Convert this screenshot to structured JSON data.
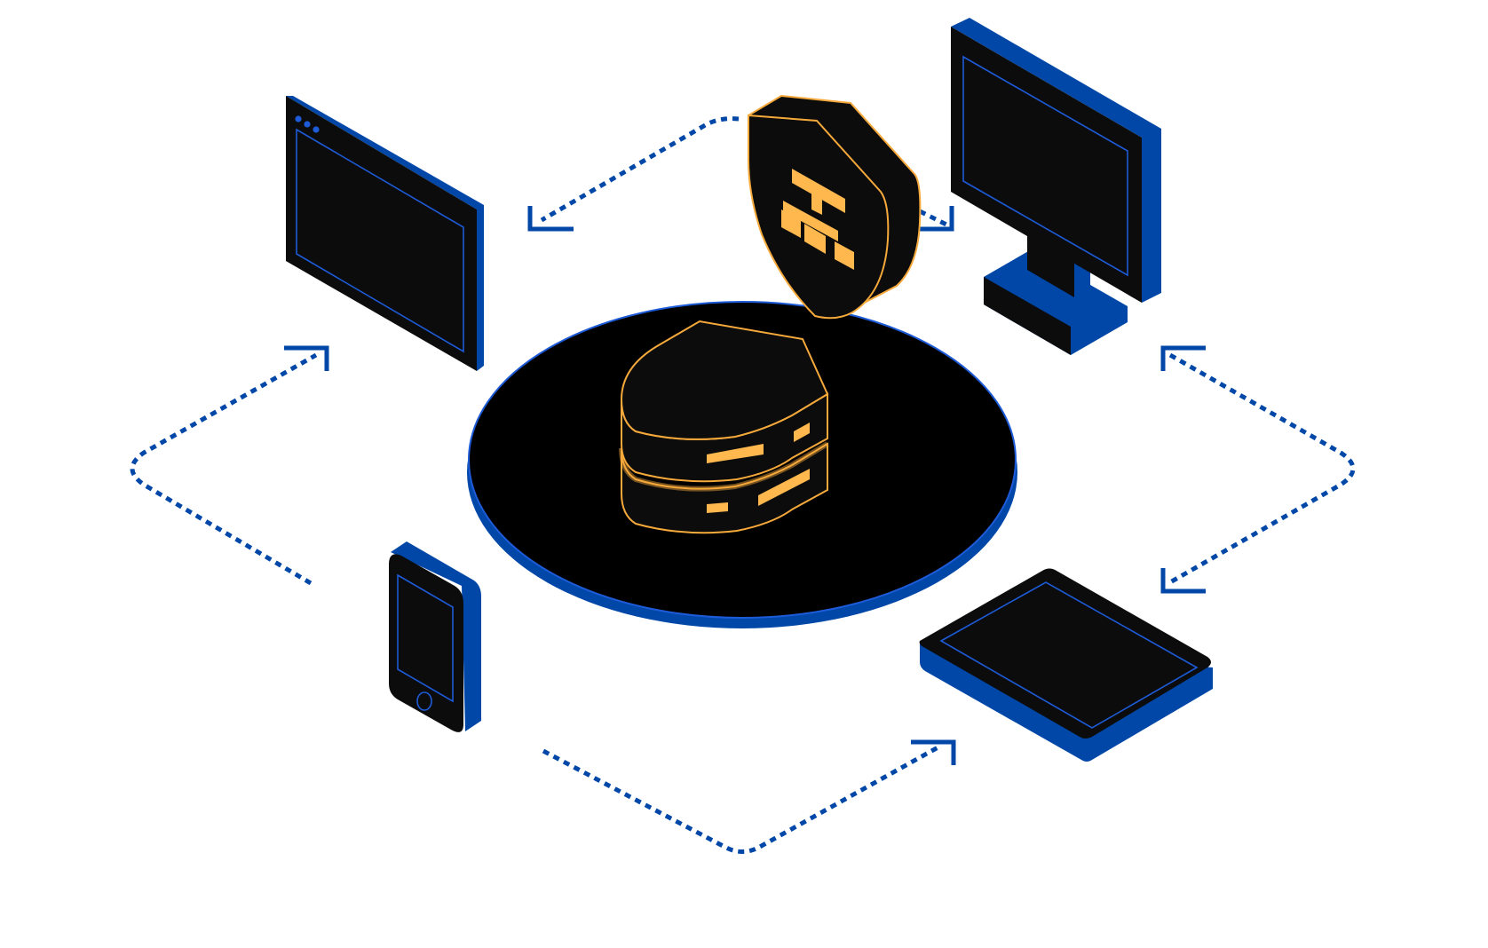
{
  "colors": {
    "background": "#ffffff",
    "device_body": "#0c0c0c",
    "device_side": "#0047a8",
    "screen_outline": "#1d5bd8",
    "platform": "#000000",
    "platform_edge": "#0047a8",
    "accent": "#ffb84d",
    "accent_outline": "#f6a93b",
    "connector": "#0047a8"
  },
  "nodes": [
    {
      "id": "browser-window",
      "icon": "browser-window-icon"
    },
    {
      "id": "desktop-monitor",
      "icon": "monitor-icon"
    },
    {
      "id": "smartphone",
      "icon": "smartphone-icon"
    },
    {
      "id": "tablet",
      "icon": "tablet-icon"
    },
    {
      "id": "central-server",
      "icon": "server-stack-icon"
    },
    {
      "id": "security-shield",
      "icon": "network-shield-icon"
    }
  ],
  "connectors": [
    {
      "id": "browser-to-shield",
      "style": "dotted",
      "arrow": true
    },
    {
      "id": "shield-to-monitor",
      "style": "dotted",
      "arrow": true
    },
    {
      "id": "monitor-to-tablet",
      "style": "dotted",
      "arrow": true
    },
    {
      "id": "phone-to-tablet",
      "style": "dotted",
      "arrow": true
    },
    {
      "id": "phone-to-browser",
      "style": "dotted",
      "arrow": true
    }
  ]
}
